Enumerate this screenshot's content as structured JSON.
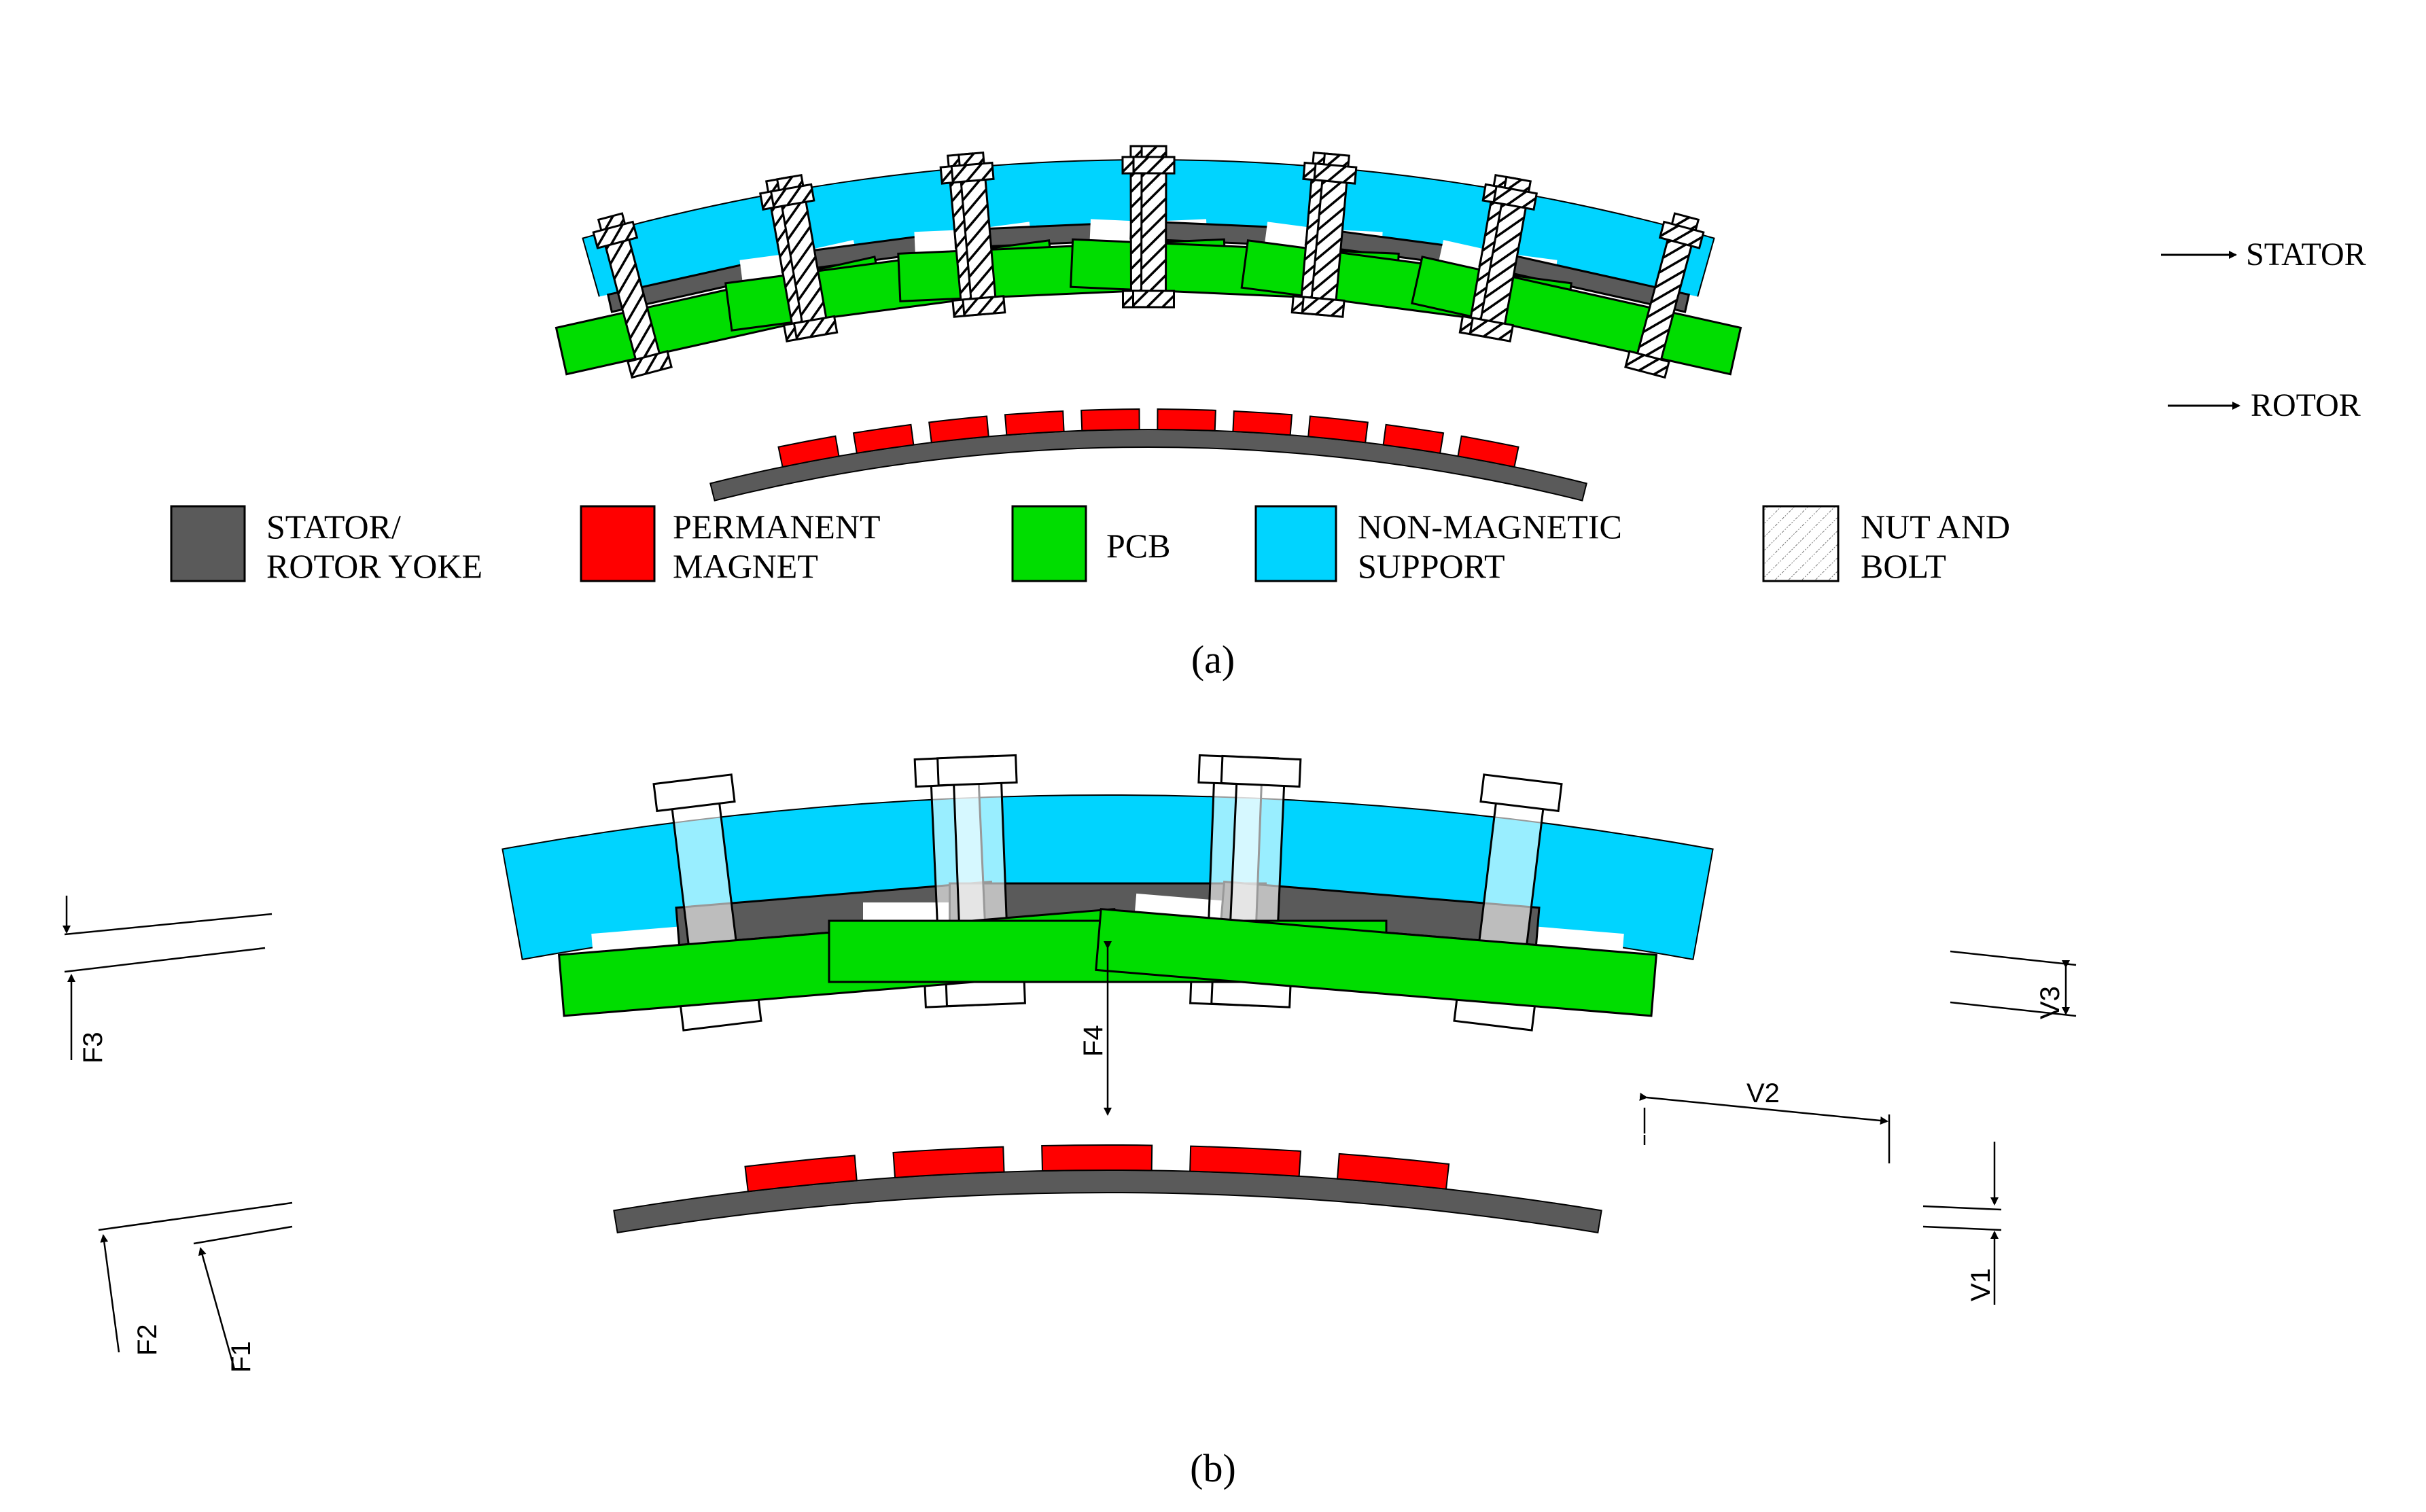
{
  "labels": {
    "stator": "STATOR",
    "rotor": "ROTOR",
    "caption_a": "(a)",
    "caption_b": "(b)"
  },
  "legend": [
    {
      "line1": "STATOR/",
      "line2": "ROTOR YOKE",
      "swatch": "yoke"
    },
    {
      "line1": "PERMANENT",
      "line2": "MAGNET",
      "swatch": "magnet"
    },
    {
      "line1": "PCB",
      "line2": "",
      "swatch": "pcb"
    },
    {
      "line1": "NON-MAGNETIC",
      "line2": "SUPPORT",
      "swatch": "support"
    },
    {
      "line1": "NUT  AND",
      "line2": "BOLT",
      "swatch": "bolt"
    }
  ],
  "dimensions": {
    "f1": "F1",
    "f2": "F2",
    "f3": "F3",
    "f4": "F4",
    "v1": "V1",
    "v2": "V2",
    "v3": "V3"
  },
  "colors": {
    "yoke": "#5a5a5a",
    "magnet": "#ff0000",
    "pcb": "#00dd00",
    "support": "#00d4ff",
    "outline": "#000000"
  }
}
